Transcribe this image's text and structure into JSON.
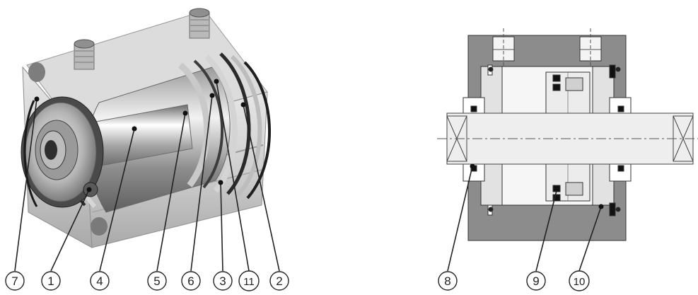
{
  "figure": {
    "left_panel": {
      "subject": "cutaway-cylinder"
    },
    "right_panel": {
      "subject": "cylinder-cross-section"
    }
  },
  "callouts": {
    "c7": "7",
    "c1": "1",
    "c4": "4",
    "c5": "5",
    "c6": "6",
    "c3": "3",
    "c11": "11",
    "c2": "2",
    "c8": "8",
    "c9": "9",
    "c10": "10"
  },
  "colors": {
    "body_gray": "#c8c8c8",
    "section_gray": "#8c8c8c",
    "bore_white": "#f4f4f4",
    "rod_fill": "#eeeeee",
    "seal_black": "#111111",
    "line": "#333333"
  }
}
